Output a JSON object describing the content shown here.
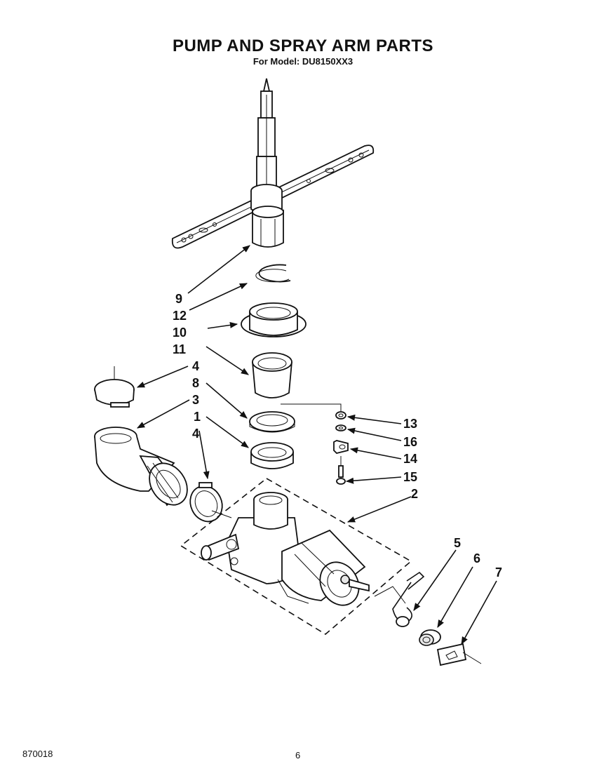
{
  "header": {
    "title": "PUMP AND SPRAY ARM PARTS",
    "subtitle": "For Model: DU8150XX3"
  },
  "footer": {
    "doc_number": "870018",
    "page_number": "6"
  },
  "callouts": {
    "c9": "9",
    "c12": "12",
    "c10": "10",
    "c11": "11",
    "c4a": "4",
    "c8": "8",
    "c3": "3",
    "c1": "1",
    "c4b": "4",
    "c13": "13",
    "c16": "16",
    "c14": "14",
    "c15": "15",
    "c2": "2",
    "c5": "5",
    "c6": "6",
    "c7": "7"
  }
}
